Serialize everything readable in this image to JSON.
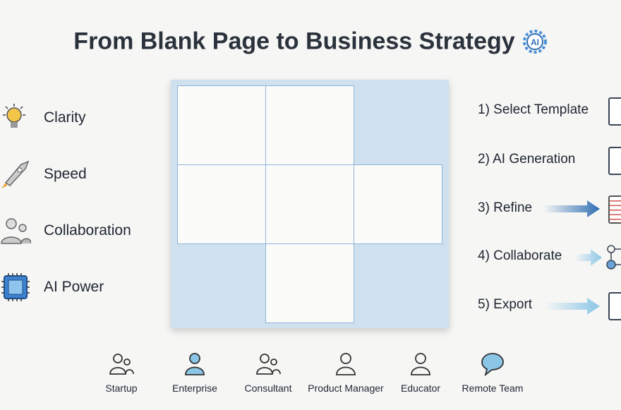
{
  "title": "From Blank Page to Business Strategy",
  "title_icon": "ai-gear-icon",
  "features": [
    {
      "label": "Clarity",
      "icon": "lightbulb-icon"
    },
    {
      "label": "Speed",
      "icon": "rocket-icon"
    },
    {
      "label": "Collaboration",
      "icon": "users-icon"
    },
    {
      "label": "AI Power",
      "icon": "chip-icon"
    }
  ],
  "steps": [
    {
      "label": "1) Select Template",
      "icon": "document-icon"
    },
    {
      "label": "2) AI Generation",
      "icon": "document-icon"
    },
    {
      "label": "3) Refine",
      "icon": "document-icon"
    },
    {
      "label": "4) Collaborate",
      "icon": "network-icon"
    },
    {
      "label": "5) Export",
      "icon": "document-icon"
    }
  ],
  "personas": [
    {
      "label": "Startup",
      "icon": "users-icon"
    },
    {
      "label": "Enterprise",
      "icon": "user-icon"
    },
    {
      "label": "Consultant",
      "icon": "users-icon"
    },
    {
      "label": "Product Manager",
      "icon": "user-icon"
    },
    {
      "label": "Educator",
      "icon": "user-icon"
    },
    {
      "label": "Remote Team",
      "icon": "chat-bubble-icon"
    }
  ],
  "colors": {
    "accent": "#2f6fb3",
    "grid_blue": "#cfe0ef",
    "light_arrow": "#8cc6e6"
  }
}
